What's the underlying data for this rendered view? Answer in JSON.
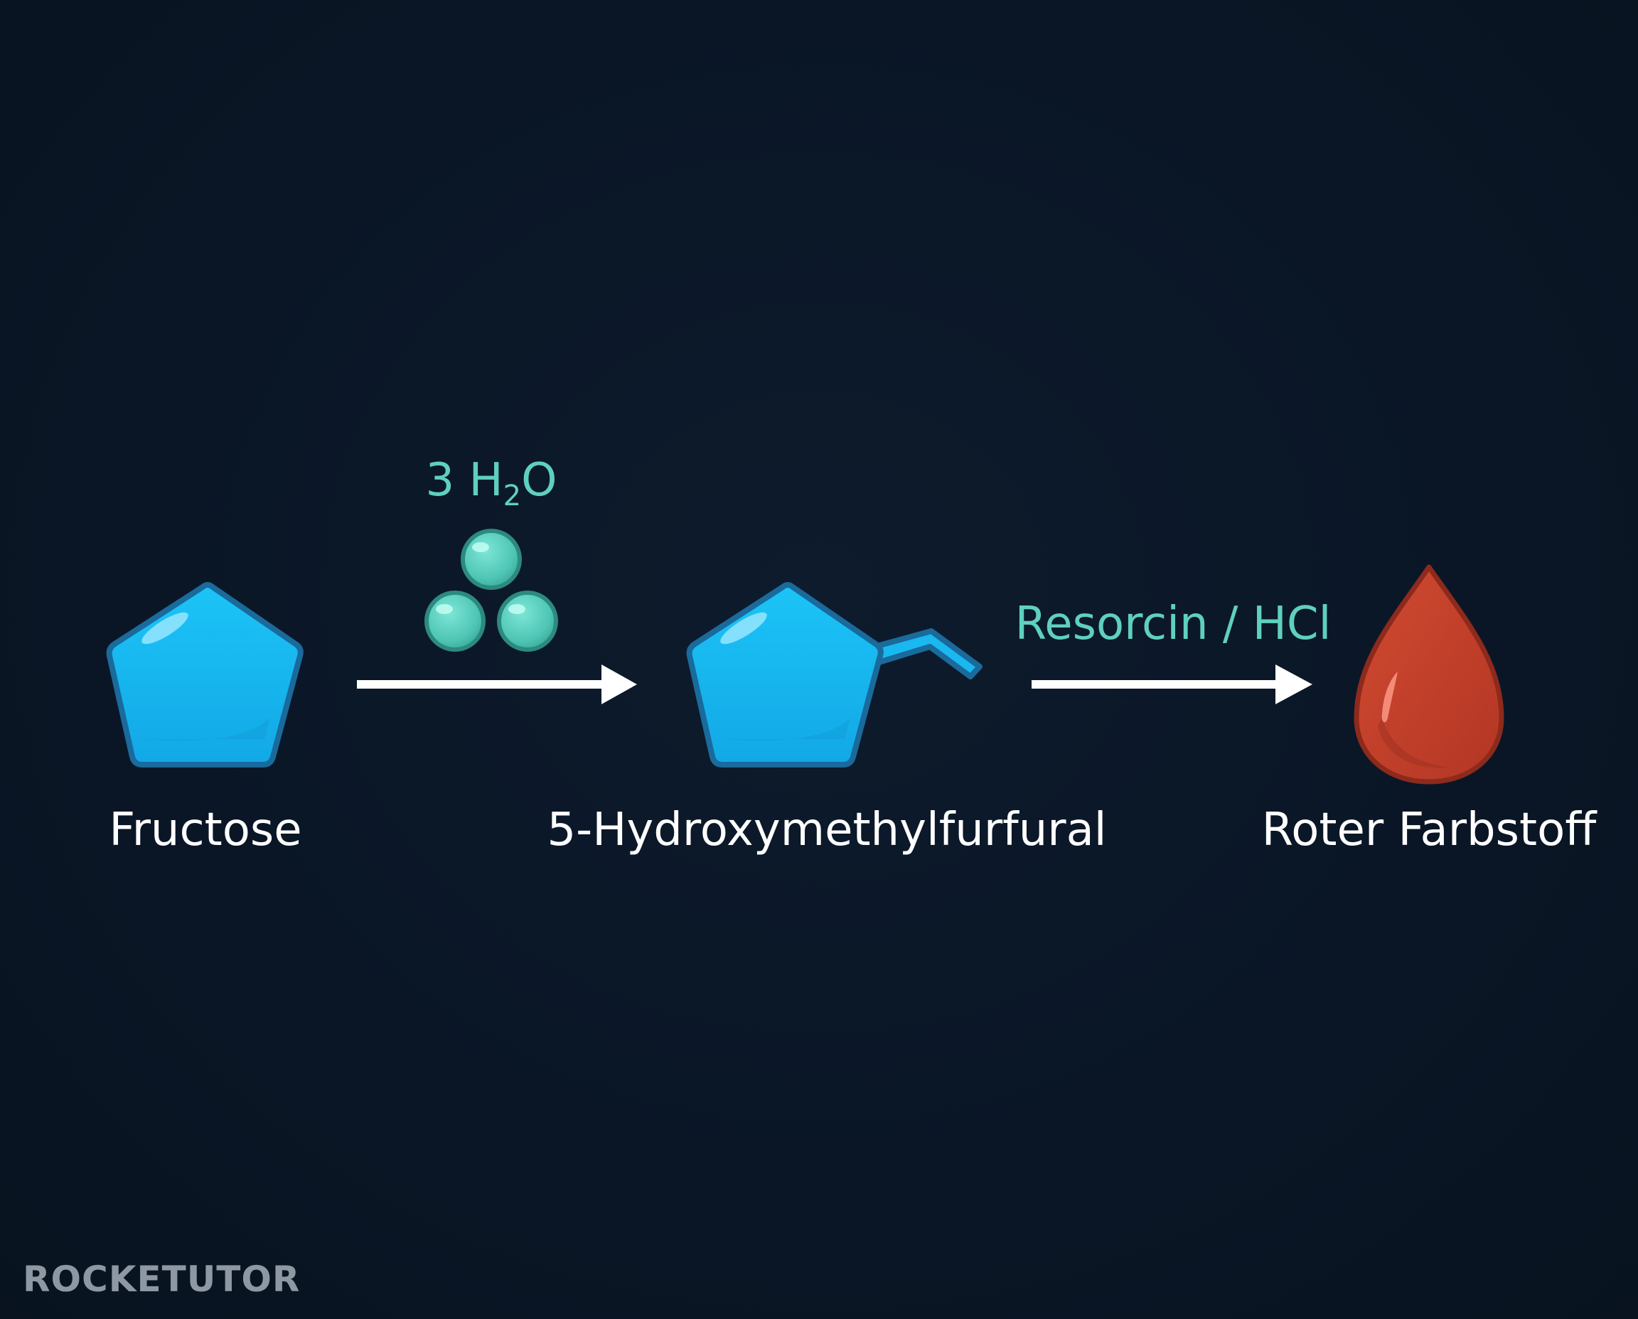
{
  "diagram": {
    "nodes": {
      "fructose": {
        "label": "Fructose",
        "icon": "pentagon-ring-icon"
      },
      "hmf": {
        "label": "5-Hydroxymethylfurfural",
        "icon": "pentagon-ring-with-side-chain-icon"
      },
      "dye": {
        "label": "Roter Farbstoff",
        "icon": "red-drop-icon"
      }
    },
    "steps": [
      {
        "from": "fructose",
        "to": "hmf",
        "reagent_prefix": "3 H",
        "reagent_sub": "2",
        "reagent_suffix": "O",
        "icon": "water-molecules-icon"
      },
      {
        "from": "hmf",
        "to": "dye",
        "reagent": "Resorcin / HCl"
      }
    ]
  },
  "colors": {
    "background": "#0b1727",
    "molecule_fill": "#1ab8f0",
    "molecule_stroke": "#1a6a9c",
    "water_fill": "#56cfc0",
    "dye_fill": "#c2412b",
    "reagent_text": "#5fd0c0",
    "label_text": "#ffffff",
    "arrow": "#ffffff",
    "logo_text": "#8e98a3"
  },
  "logo": {
    "text": "ROCKETUTOR"
  }
}
